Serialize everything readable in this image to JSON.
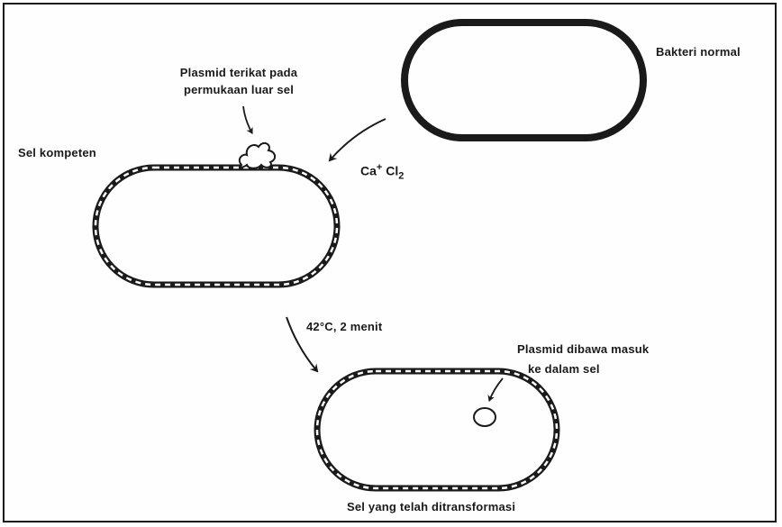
{
  "normal_bacteria": {
    "label": "Bakteri normal"
  },
  "competent_cell": {
    "label": "Sel kompeten",
    "plasmid_note_line1": "Plasmid terikat pada",
    "plasmid_note_line2": "permukaan luar sel"
  },
  "step1": {
    "reagent_base": "Ca",
    "reagent_charge": "+",
    "reagent_ion": "Cl",
    "reagent_sub": "2"
  },
  "step2": {
    "condition": "42°C, 2 menit"
  },
  "transformed_cell": {
    "label": "Sel yang telah ditransformasi",
    "plasmid_note_line1": "Plasmid dibawa masuk",
    "plasmid_note_line2": "ke dalam sel"
  },
  "colors": {
    "ink": "#1a1a1a",
    "background": "#fefefe"
  }
}
